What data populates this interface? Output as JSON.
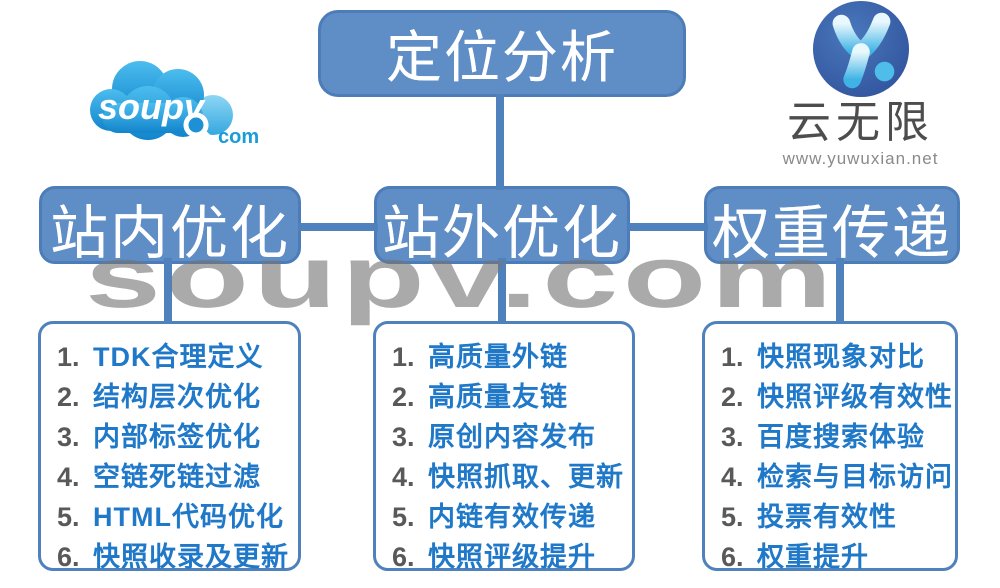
{
  "top_node": {
    "label": "定位分析"
  },
  "watermark": {
    "text": "soupv.com"
  },
  "logos": {
    "soupv": {
      "name": "soupv",
      "suffix": "com"
    },
    "yunwuxian": {
      "brand": "云无限",
      "url": "www.yuwuxian.net"
    }
  },
  "columns": [
    {
      "title": "站内优化",
      "items": [
        {
          "n": "1.",
          "t": "TDK合理定义"
        },
        {
          "n": "2.",
          "t": "结构层次优化"
        },
        {
          "n": "3.",
          "t": "内部标签优化"
        },
        {
          "n": "4.",
          "t": "空链死链过滤"
        },
        {
          "n": "5.",
          "t": "HTML代码优化"
        },
        {
          "n": "6.",
          "t": "快照收录及更新"
        }
      ]
    },
    {
      "title": "站外优化",
      "items": [
        {
          "n": "1.",
          "t": "高质量外链"
        },
        {
          "n": "2.",
          "t": "高质量友链"
        },
        {
          "n": "3.",
          "t": "原创内容发布"
        },
        {
          "n": "4.",
          "t": "快照抓取、更新"
        },
        {
          "n": "5.",
          "t": "内链有效传递"
        },
        {
          "n": "6.",
          "t": "快照评级提升"
        }
      ]
    },
    {
      "title": "权重传递",
      "items": [
        {
          "n": "1.",
          "t": "快照现象对比"
        },
        {
          "n": "2.",
          "t": "快照评级有效性"
        },
        {
          "n": "3.",
          "t": "百度搜索体验"
        },
        {
          "n": "4.",
          "t": "检索与目标访问"
        },
        {
          "n": "5.",
          "t": "投票有效性"
        },
        {
          "n": "6.",
          "t": "权重提升"
        }
      ]
    }
  ],
  "colors": {
    "node_fill": "#5f8dc6",
    "node_border": "#4d7db8",
    "connector": "#4f81bd",
    "list_border": "#4f81bd",
    "item_text": "#1f78c8",
    "item_number": "#595959",
    "watermark_gray": "#a6a6a6",
    "brand_dark": "#4d4d4d",
    "logo_blue": "#1a9cd8"
  }
}
